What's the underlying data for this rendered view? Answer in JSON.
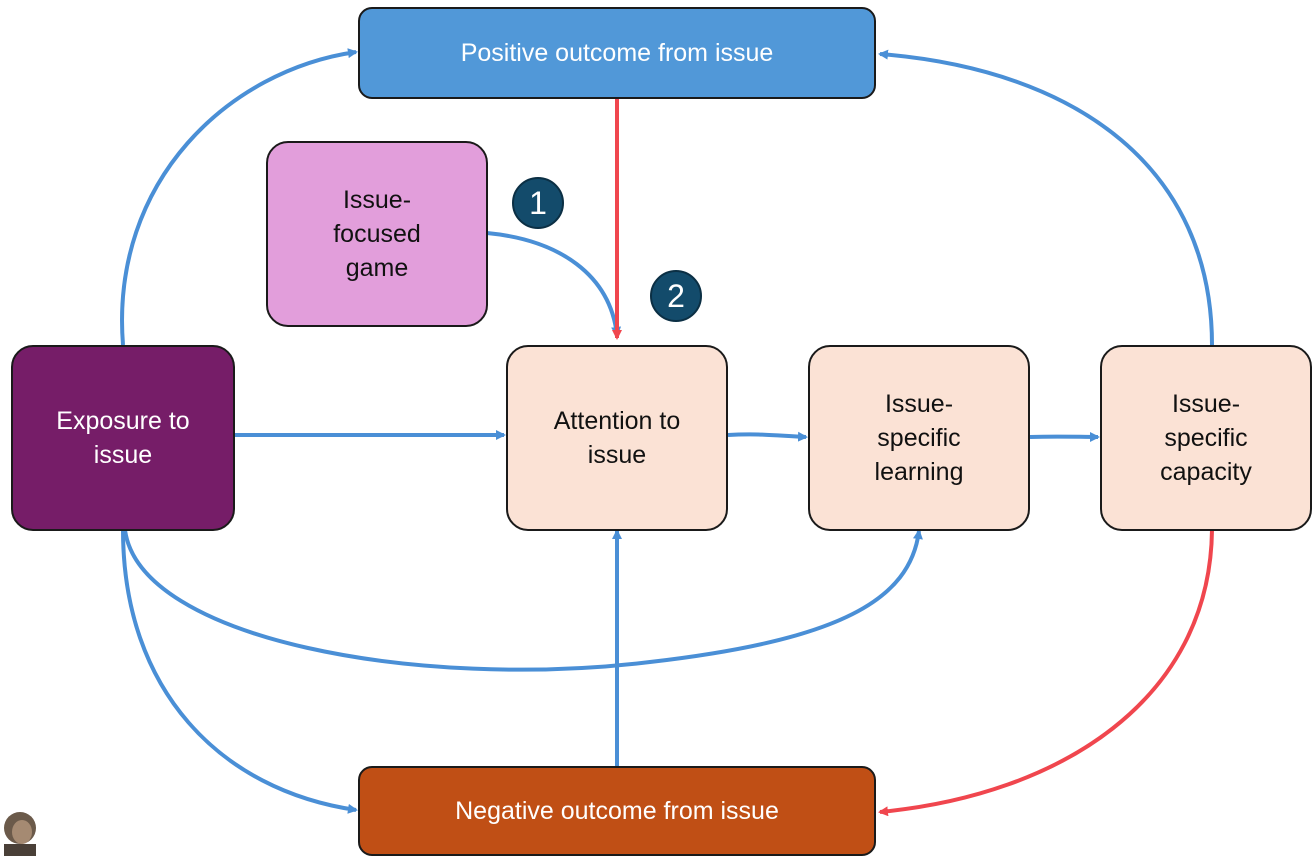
{
  "nodes": {
    "positive": {
      "label": "Positive outcome from issue",
      "color": "#5198d8"
    },
    "negative": {
      "label": "Negative outcome from issue",
      "color": "#c04f15"
    },
    "game": {
      "label": "Issue-\nfocused\ngame",
      "color": "#e29edb"
    },
    "exposure": {
      "label": "Exposure to\nissue",
      "color": "#761d68"
    },
    "attention": {
      "label": "Attention to\nissue",
      "color": "#fbe2d5"
    },
    "learning": {
      "label": "Issue-\nspecific\nlearning",
      "color": "#fbe2d5"
    },
    "capacity": {
      "label": "Issue-\nspecific\ncapacity",
      "color": "#fbe2d5"
    }
  },
  "badges": [
    "1",
    "2"
  ],
  "colors": {
    "positive_edge": "#4a8fd6",
    "negative_edge": "#f0464e",
    "badge": "#134b6b"
  }
}
